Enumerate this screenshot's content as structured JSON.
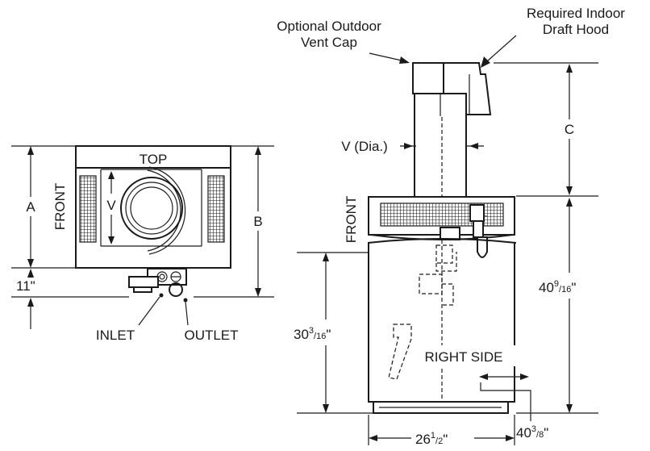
{
  "top_view": {
    "title": "TOP",
    "front_label": "FRONT",
    "dim_a": "A",
    "dim_b": "B",
    "dim_v": "V",
    "dim_11": "11\"",
    "inlet_label": "INLET",
    "outlet_label": "OUTLET"
  },
  "side_view": {
    "vent_cap_line1": "Optional Outdoor",
    "vent_cap_line2": "Vent Cap",
    "draft_hood_line1": "Required Indoor",
    "draft_hood_line2": "Draft Hood",
    "dim_v_dia": "V (Dia.)",
    "dim_c": "C",
    "front_label": "FRONT",
    "right_side_label": "RIGHT SIDE",
    "dim_30_whole": "30",
    "dim_30_frac_num": "3",
    "dim_30_frac_den": "16",
    "dim_30_unit": "\"",
    "dim_40_9_whole": "40",
    "dim_40_9_frac_num": "9",
    "dim_40_9_frac_den": "16",
    "dim_40_9_unit": "\"",
    "dim_26_whole": "26",
    "dim_26_frac_num": "1",
    "dim_26_frac_den": "2",
    "dim_26_unit": "\"",
    "dim_40_3_whole": "40",
    "dim_40_3_frac_num": "3",
    "dim_40_3_frac_den": "8",
    "dim_40_3_unit": "\""
  }
}
